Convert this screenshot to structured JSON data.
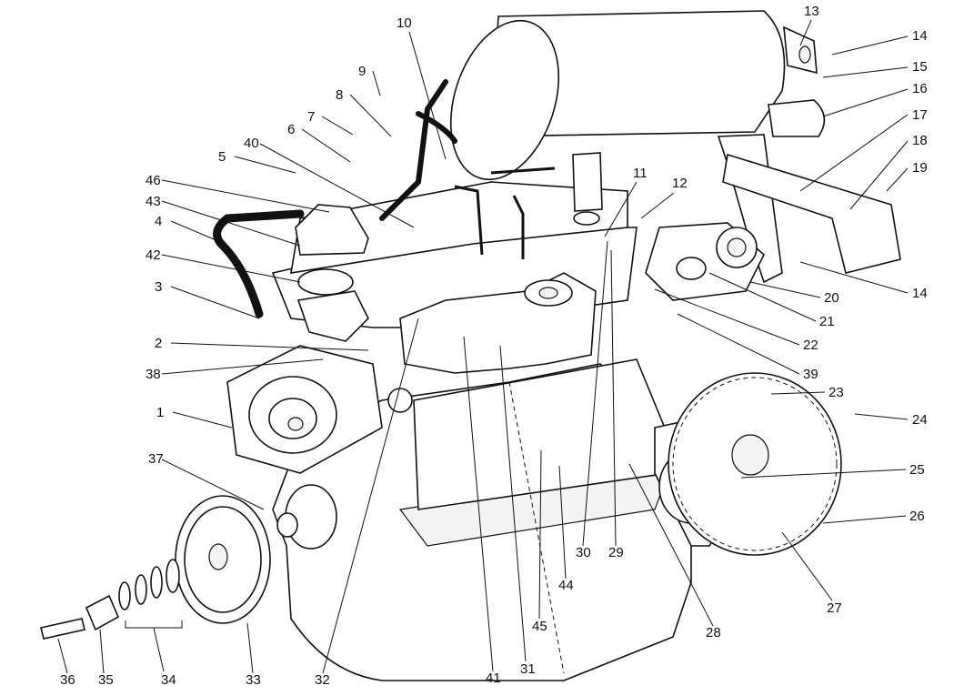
{
  "callouts": [
    "1",
    "2",
    "3",
    "4",
    "5",
    "6",
    "7",
    "8",
    "9",
    "10",
    "11",
    "12",
    "13",
    "14",
    "14",
    "15",
    "16",
    "17",
    "18",
    "19",
    "20",
    "21",
    "22",
    "23",
    "24",
    "25",
    "26",
    "27",
    "28",
    "29",
    "30",
    "31",
    "32",
    "33",
    "34",
    "35",
    "36",
    "37",
    "38",
    "39",
    "40",
    "41",
    "42",
    "43",
    "44",
    "45",
    "46"
  ]
}
